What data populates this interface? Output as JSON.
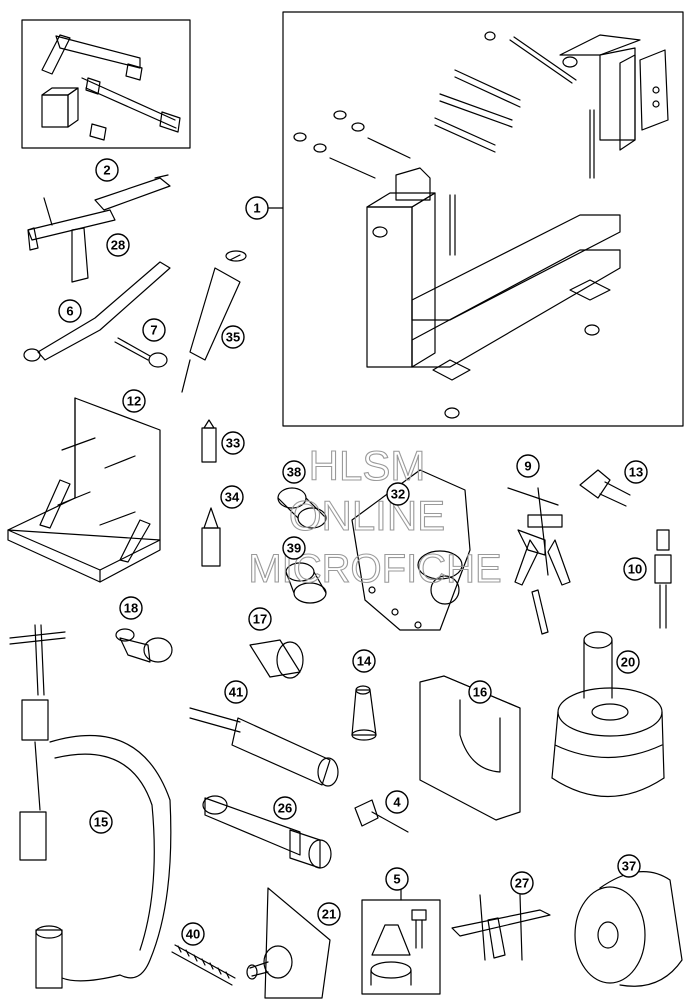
{
  "diagram": {
    "watermark": {
      "line1": "HLSM",
      "line2": "ONLINE",
      "line3": "MICROFICHE"
    },
    "callouts": [
      {
        "id": "callout-1",
        "label": "1"
      },
      {
        "id": "callout-2",
        "label": "2"
      },
      {
        "id": "callout-28",
        "label": "28"
      },
      {
        "id": "callout-6",
        "label": "6"
      },
      {
        "id": "callout-7",
        "label": "7"
      },
      {
        "id": "callout-35",
        "label": "35"
      },
      {
        "id": "callout-12",
        "label": "12"
      },
      {
        "id": "callout-33",
        "label": "33"
      },
      {
        "id": "callout-34",
        "label": "34"
      },
      {
        "id": "callout-38",
        "label": "38"
      },
      {
        "id": "callout-32",
        "label": "32"
      },
      {
        "id": "callout-39",
        "label": "39"
      },
      {
        "id": "callout-9",
        "label": "9"
      },
      {
        "id": "callout-13",
        "label": "13"
      },
      {
        "id": "callout-10",
        "label": "10"
      },
      {
        "id": "callout-18",
        "label": "18"
      },
      {
        "id": "callout-17",
        "label": "17"
      },
      {
        "id": "callout-14",
        "label": "14"
      },
      {
        "id": "callout-16",
        "label": "16"
      },
      {
        "id": "callout-20",
        "label": "20"
      },
      {
        "id": "callout-41",
        "label": "41"
      },
      {
        "id": "callout-15",
        "label": "15"
      },
      {
        "id": "callout-4",
        "label": "4"
      },
      {
        "id": "callout-26",
        "label": "26"
      },
      {
        "id": "callout-5",
        "label": "5"
      },
      {
        "id": "callout-27",
        "label": "27"
      },
      {
        "id": "callout-37",
        "label": "37"
      },
      {
        "id": "callout-40",
        "label": "40"
      },
      {
        "id": "callout-21",
        "label": "21"
      }
    ]
  }
}
